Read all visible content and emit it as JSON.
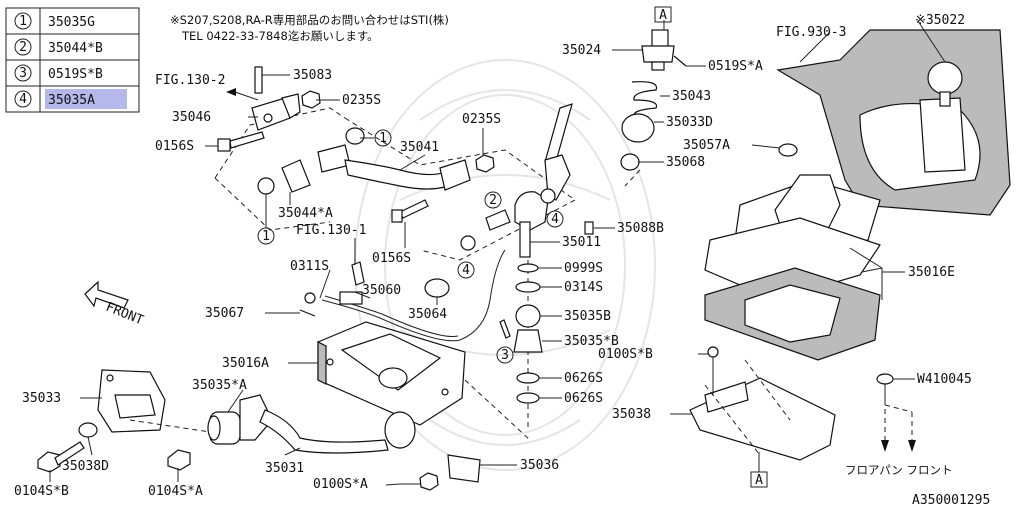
{
  "legend": [
    {
      "num": "1",
      "code": "35035G"
    },
    {
      "num": "2",
      "code": "35044*B"
    },
    {
      "num": "3",
      "code": "0519S*B"
    },
    {
      "num": "4",
      "code": "35035A"
    }
  ],
  "header_note": {
    "line1": "※S207,S208,RA-R専用部品のお問い合わせはSTI(株)",
    "line2": "TEL 0422-33-7848迄お願いします。"
  },
  "callouts": {
    "a": "A",
    "c1": "1",
    "c2": "2",
    "c3": "3",
    "c4": "4"
  },
  "labels": {
    "fig130_2": "FIG.130-2",
    "p35083": "35083",
    "p35046": "35046",
    "p0235s_a": "0235S",
    "p0156s_a": "0156S",
    "p35041": "35041",
    "p0235s_b": "0235S",
    "p35044a": "35044*A",
    "fig130_1": "FIG.130-1",
    "p0156s_b": "0156S",
    "p0311s": "0311S",
    "p35060": "35060",
    "p35067": "35067",
    "p35064": "35064",
    "p35016a": "35016A",
    "p35035a": "35035*A",
    "p35033": "35033",
    "p35038d": "35038D",
    "p0104sb": "0104S*B",
    "p0104sa": "0104S*A",
    "p35031": "35031",
    "p0100sa": "0100S*A",
    "p35036": "35036",
    "p35024": "35024",
    "p0519sa": "0519S*A",
    "p35043": "35043",
    "p35033d": "35033D",
    "p35068": "35068",
    "p35088b": "35088B",
    "p35011": "35011",
    "p0999s": "0999S",
    "p0314s": "0314S",
    "p35035b": "35035B",
    "p35035xb": "35035*B",
    "p0626s_a": "0626S",
    "p0626s_b": "0626S",
    "fig930_3": "FIG.930-3",
    "p35022": "※35022",
    "p35057a": "35057A",
    "p35016e": "35016E",
    "p0100sb": "0100S*B",
    "p35038": "35038",
    "w410045": "W410045",
    "floor_front": "フロアパン フロント",
    "front": "FRONT",
    "diagram_id": "A350001295"
  }
}
